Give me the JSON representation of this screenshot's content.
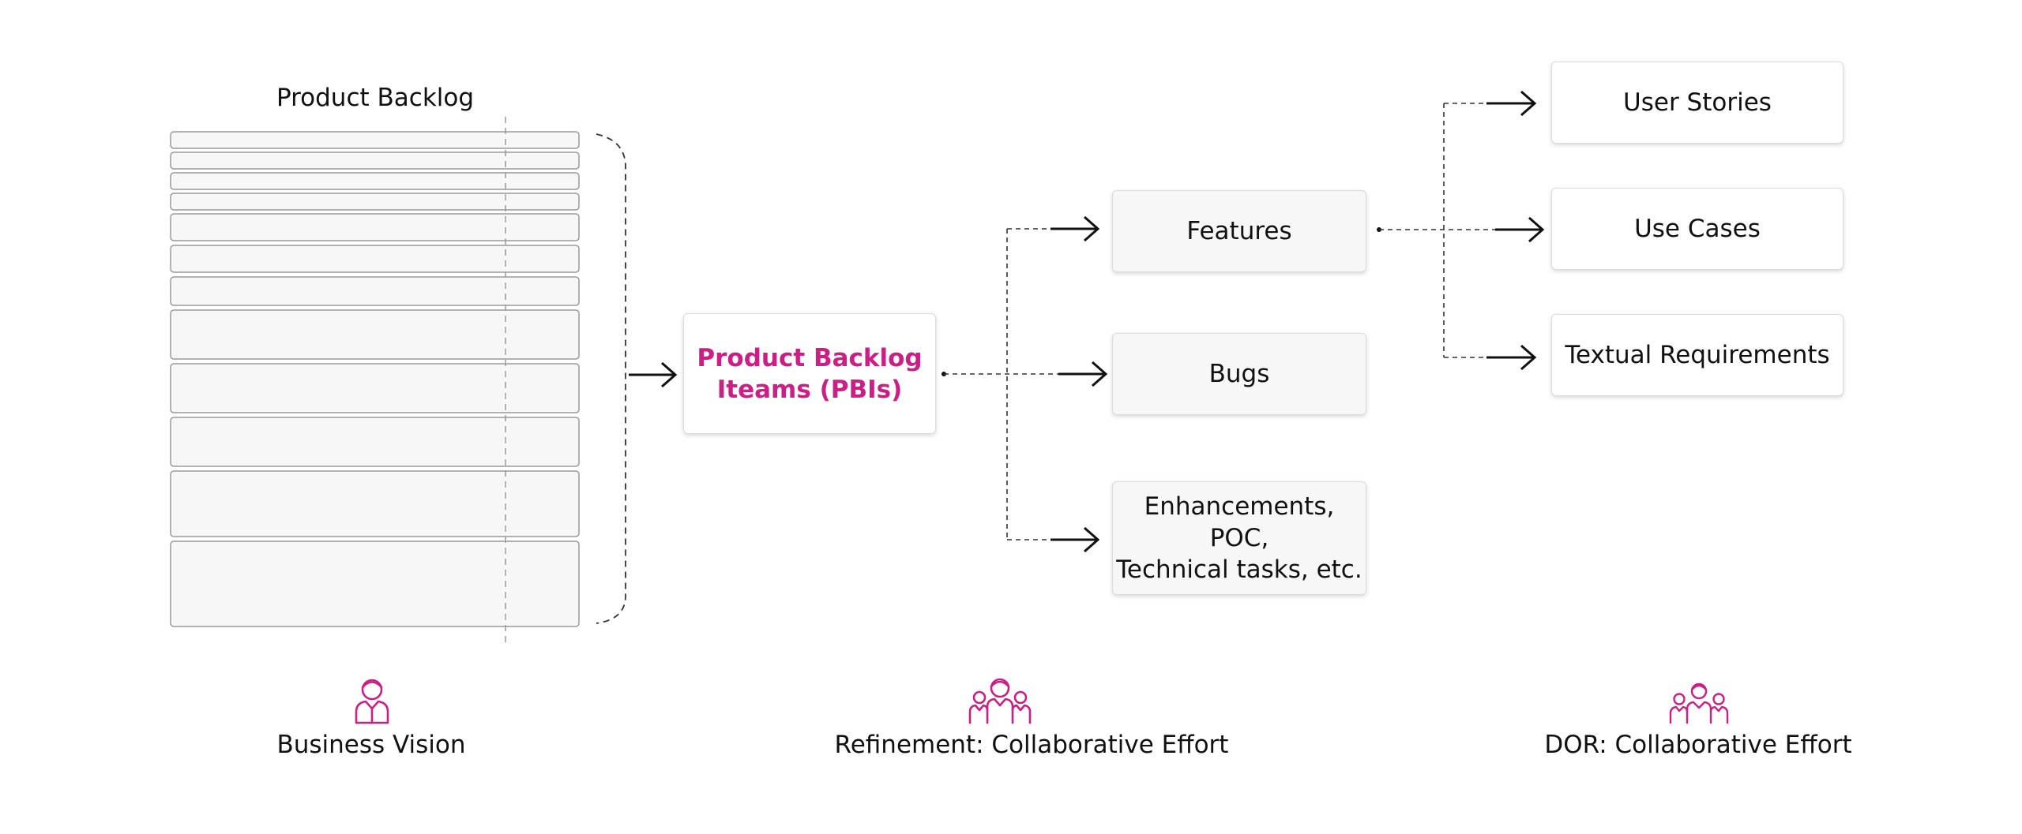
{
  "backlog": {
    "title": "Product Backlog"
  },
  "pbi": {
    "label": "Product Backlog\nIteams (PBIs)"
  },
  "types": [
    {
      "label": "Features"
    },
    {
      "label": "Bugs"
    },
    {
      "label": "Enhancements, POC,\nTechnical tasks, etc."
    }
  ],
  "requirements": [
    {
      "label": "User Stories"
    },
    {
      "label": "Use Cases"
    },
    {
      "label": "Textual Requirements"
    }
  ],
  "roles": [
    {
      "label": "Business Vision",
      "icon": "person-icon"
    },
    {
      "label": "Refinement: Collaborative Effort",
      "icon": "team-icon"
    },
    {
      "label": "DOR: Collaborative Effort",
      "icon": "team-icon"
    }
  ],
  "colors": {
    "accent": "#cc1f86",
    "line": "#222222",
    "box_border": "#dcdcdc"
  }
}
